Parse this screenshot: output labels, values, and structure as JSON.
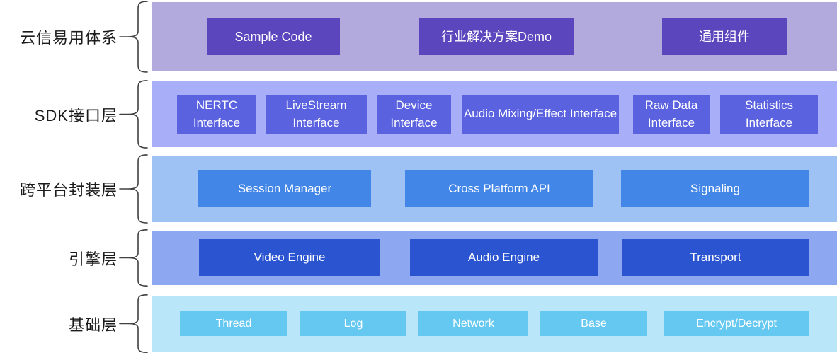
{
  "layers": [
    {
      "label": "云信易用体系",
      "band_color": "#b2a9dc",
      "box_color": "#5b46bd",
      "boxes": [
        "Sample Code",
        "行业解决方案Demo",
        "通用组件"
      ]
    },
    {
      "label": "SDK接口层",
      "band_color": "#a8aef7",
      "box_color": "#5a62e0",
      "boxes": [
        "NERTC Interface",
        "LiveStream Interface",
        "Device Interface",
        "Audio Mixing/Effect Interface",
        "Raw Data Interface",
        "Statistics Interface"
      ]
    },
    {
      "label": "跨平台封装层",
      "band_color": "#9fc2f5",
      "box_color": "#4286e8",
      "boxes": [
        "Session Manager",
        "Cross Platform API",
        "Signaling"
      ]
    },
    {
      "label": "引擎层",
      "band_color": "#8da7f0",
      "box_color": "#2b54d0",
      "boxes": [
        "Video Engine",
        "Audio Engine",
        "Transport"
      ]
    },
    {
      "label": "基础层",
      "band_color": "#bae6fa",
      "box_color": "#65c8f1",
      "boxes": [
        "Thread",
        "Log",
        "Network",
        "Base",
        "Encrypt/Decrypt"
      ]
    }
  ],
  "brace_color": "#404040",
  "label_text_color": "#1b1b1b",
  "box_text_color": "#ffffff"
}
